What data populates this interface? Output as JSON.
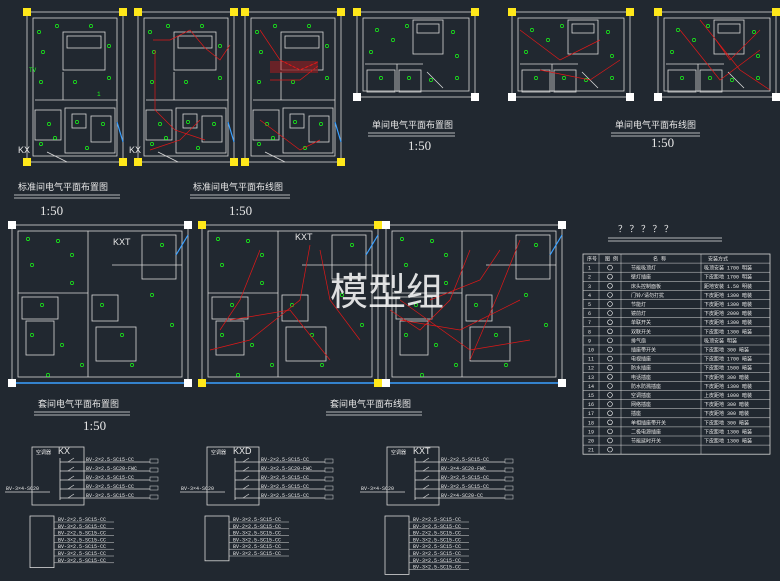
{
  "watermark": "模型组",
  "labels": {
    "std_layout": "标准间电气平面布置图",
    "std_wiring": "标准间电气平面布线图",
    "single_layout": "单间电气平面布置图",
    "single_wiring": "单间电气平面布线图",
    "suite_layout": "套间电气平面布置图",
    "suite_wiring": "套间电气平面布线图"
  },
  "scales": {
    "s1": "1:50",
    "s2": "1:50",
    "s3": "1:50",
    "s4": "1:50",
    "s5": "1:50"
  },
  "legend_title": "？ ？ ？ ？ ？",
  "legend_headers": [
    "序号",
    "图 例",
    "名 称",
    "",
    "安装方式"
  ],
  "legend_rows": [
    {
      "no": "1",
      "name": "节能吸顶灯",
      "mount": "吸顶安装 1700 明装"
    },
    {
      "no": "2",
      "name": "壁灯插座",
      "mount": "下皮距地 1700 明装"
    },
    {
      "no": "3",
      "name": "床头控制面板",
      "mount": "距地安装 1.50 明装"
    },
    {
      "no": "4",
      "name": "门铃/请勿打扰",
      "mount": "下皮距地 1300 暗装"
    },
    {
      "no": "5",
      "name": "节能灯",
      "mount": "下皮距地 1300 暗装"
    },
    {
      "no": "6",
      "name": "镜前灯",
      "mount": "下皮距地 2000 暗装"
    },
    {
      "no": "7",
      "name": "单联开关",
      "mount": "下皮距地 1300 暗装"
    },
    {
      "no": "8",
      "name": "双联开关",
      "mount": "下皮距地 1300 暗装"
    },
    {
      "no": "9",
      "name": "排气扇",
      "mount": "吸顶安装 明装"
    },
    {
      "no": "10",
      "name": "插座带开关",
      "mount": "下皮距地 300 暗装"
    },
    {
      "no": "11",
      "name": "电视插座",
      "mount": "下皮距地 1700 暗装"
    },
    {
      "no": "12",
      "name": "防水插座",
      "mount": "下皮距地 1500 暗装"
    },
    {
      "no": "13",
      "name": "电话插座",
      "mount": "下皮距地 300 暗装"
    },
    {
      "no": "14",
      "name": "防水防溅插座",
      "mount": "下皮距地 1300 暗装"
    },
    {
      "no": "15",
      "name": "空调插座",
      "mount": "上皮距地 1000 暗装"
    },
    {
      "no": "16",
      "name": "网络插座",
      "mount": "下皮距地 300 暗装"
    },
    {
      "no": "17",
      "name": "插座",
      "mount": "下皮距地 300 暗装"
    },
    {
      "no": "18",
      "name": "单相插座带开关",
      "mount": "下皮距地 300 暗装"
    },
    {
      "no": "19",
      "name": "二极电源插座",
      "mount": "下皮距地 1300 暗装"
    },
    {
      "no": "20",
      "name": "节能延时开关",
      "mount": "下皮距地 1300 暗装"
    },
    {
      "no": "21",
      "name": "",
      "mount": ""
    }
  ],
  "panels": [
    {
      "code": "KX",
      "head": "空调器",
      "circuits": [
        "BV-2×2.5-SC15-CC",
        "BV-3×2.5-SC20-FWC",
        "BV-3×2.5-SC15-CC",
        "BV-3×2.5-SC15-CC",
        "BV-3×2.5-SC15-CC"
      ],
      "feed": "BV-3×4-SC20",
      "list": [
        "BV-2×2.5-SC15-CC",
        "BV-3×2.5-SC15-CC",
        "BV-2×2.5-SC15-CC",
        "BV-3×2.5-SC15-CC",
        "BV-3×2.5-SC15-CC",
        "BV-3×2.5-SC15-CC",
        "BV-3×2.5-SC15-CC"
      ]
    },
    {
      "code": "KXD",
      "head": "空调器",
      "circuits": [
        "BV-2×2.5-SC15-CC",
        "BV-3×2.5-SC20-FWC",
        "BV-3×2.5-SC15-CC",
        "BV-3×2.5-SC15-CC",
        "BV-3×2.5-SC15-CC"
      ],
      "feed": "BV-3×4-SC20",
      "list": [
        "BV-3×2.5-SC15-CC",
        "BV-2×2.5-SC15-CC",
        "BV-3×2.5-SC15-CC",
        "BV-3×2.5-SC15-CC",
        "BV-3×2.5-SC15-CC",
        "BV-3×2.5-SC15-CC"
      ]
    },
    {
      "code": "KXT",
      "head": "空调器",
      "circuits": [
        "BV-2×2.5-SC15-CC",
        "BV-3×4-SC20-FWC",
        "BV-3×2.5-SC15-CC",
        "BV-3×2.5-SC15-CC",
        "BV-2×4-SC20-CC"
      ],
      "feed": "BV-3×4-SC20",
      "list": [
        "BV-2×2.5-SC15-CC",
        "BV-3×2.5-SC15-CC",
        "BV-2×2.5-SC15-CC",
        "BV-3×2.5-SC15-CC",
        "BV-3×2.5-SC15-CC",
        "BV-3×2.5-SC15-CC",
        "BV-3×2.5-SC15-CC",
        "BV-3×2.5-SC15-CC"
      ]
    }
  ],
  "room_tags": {
    "kx1": "KX",
    "kx2": "KX",
    "kxt1": "KXT",
    "kxt2": "KXT"
  }
}
